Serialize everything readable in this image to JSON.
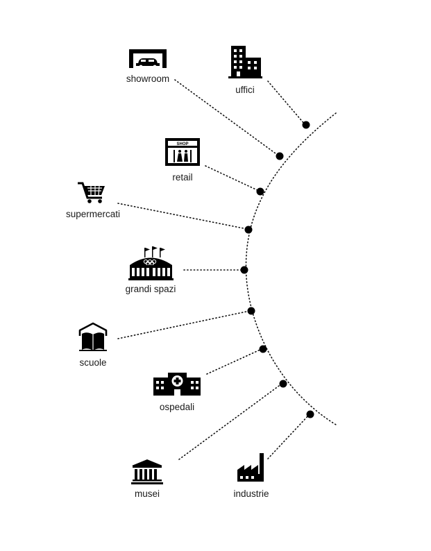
{
  "diagram": {
    "nodes": [
      {
        "id": "showroom",
        "label": "showroom",
        "icon": "car-showroom-icon"
      },
      {
        "id": "uffici",
        "label": "uffici",
        "icon": "office-building-icon"
      },
      {
        "id": "retail",
        "label": "retail",
        "icon": "shop-icon"
      },
      {
        "id": "supermercati",
        "label": "supermercati",
        "icon": "shopping-cart-icon"
      },
      {
        "id": "grandi_spazi",
        "label": "grandi spazi",
        "icon": "stadium-icon"
      },
      {
        "id": "scuole",
        "label": "scuole",
        "icon": "school-book-icon"
      },
      {
        "id": "ospedali",
        "label": "ospedali",
        "icon": "hospital-icon"
      },
      {
        "id": "musei",
        "label": "musei",
        "icon": "museum-icon"
      },
      {
        "id": "industrie",
        "label": "industrie",
        "icon": "factory-icon"
      }
    ],
    "colors": {
      "ink": "#000000",
      "text": "#1a1a1a",
      "background": "#ffffff"
    }
  }
}
